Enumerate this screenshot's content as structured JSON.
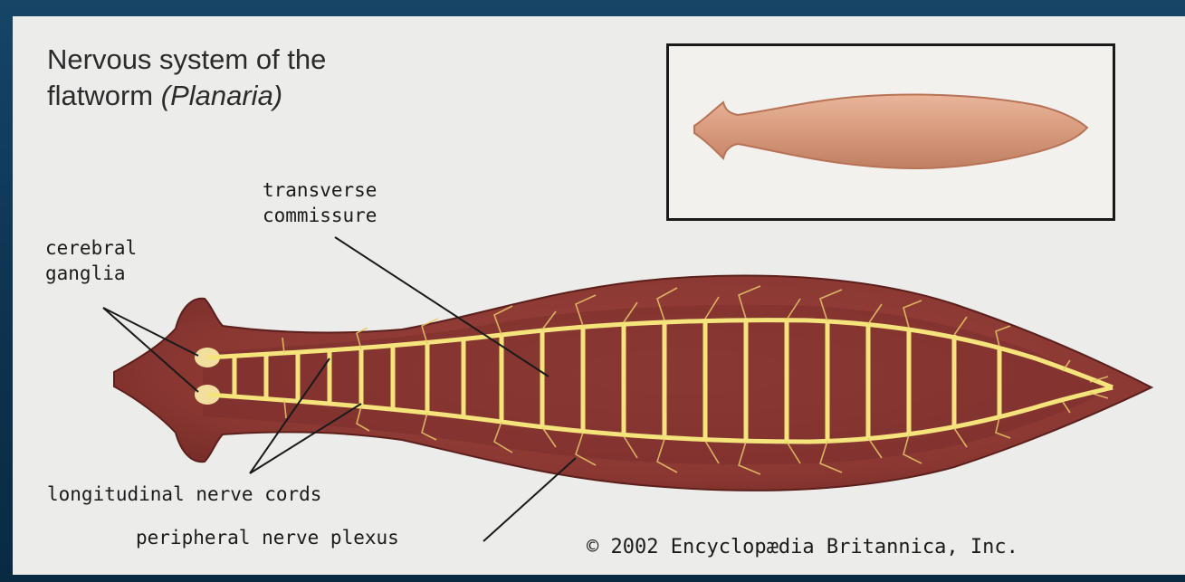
{
  "title": {
    "line1": "Nervous system of the",
    "line2_prefix": "flatworm ",
    "line2_italic": "(Planaria)"
  },
  "labels": {
    "transverse_commissure": "transverse\ncommissure",
    "cerebral_ganglia": "cerebral\nganglia",
    "longitudinal_nerve_cords": "longitudinal nerve cords",
    "peripheral_nerve_plexus": "peripheral nerve plexus"
  },
  "copyright": "© 2002 Encyclopædia Britannica, Inc.",
  "colors": {
    "body": "#8e3b36",
    "body_dark": "#6b2723",
    "nerve": "#f3e07a",
    "background": "#ececea",
    "frame": "#0d3350",
    "inset_worm": "#d7987c"
  }
}
